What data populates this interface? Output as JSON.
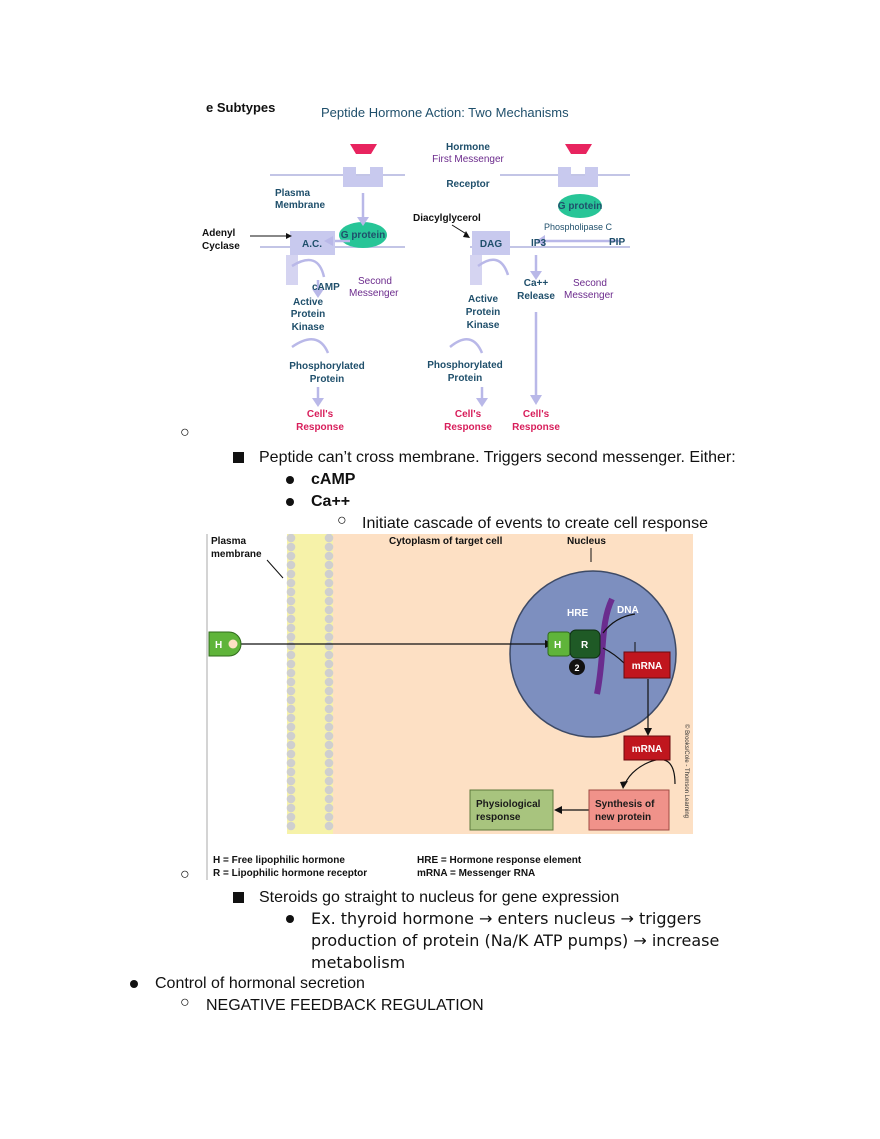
{
  "figure1": {
    "title": "Peptide Hormone Action:  Two Mechanisms",
    "corner_label": "e Subtypes",
    "hormone": "Hormone",
    "first_messenger": "First Messenger",
    "receptor": "Receptor",
    "plasma": "Plasma",
    "membrane": "Membrane",
    "g_protein_left": "G protein",
    "g_protein_right": "G protein",
    "adenyl": "Adenyl",
    "cyclase": "Cyclase",
    "ac": "A.C.",
    "diacylglycerol": "Diacylglycerol",
    "dag": "DAG",
    "ip3": "IP3",
    "phospholipase": "Phospholipase C",
    "pip": "PIP",
    "camp": "cAMP",
    "second": "Second",
    "messenger": "Messenger",
    "second_r": "Second",
    "messenger_r": "Messenger",
    "ca": "Ca++",
    "release": "Release",
    "active": "Active",
    "protein": "Protein",
    "kinase": "Kinase",
    "active_r": "Active",
    "protein_r": "Protein",
    "kinase_r": "Kinase",
    "phosphorylated": "Phosphorylated",
    "phos_protein": "Protein",
    "phosphorylated_r": "Phosphorylated",
    "phos_protein_r": "Protein",
    "cells1": "Cell's",
    "response1": "Response",
    "cells2": "Cell's",
    "response2": "Response",
    "cells3": "Cell's",
    "response3": "Response"
  },
  "figure2": {
    "plasma": "Plasma",
    "membrane": "membrane",
    "cytoplasm": "Cytoplasm of target cell",
    "nucleus": "Nucleus",
    "hre": "HRE",
    "dna": "DNA",
    "h_free": "H",
    "h_bound": "H",
    "r_bound": "R",
    "step": "2",
    "mrna1": "mRNA",
    "mrna2": "mRNA",
    "physio1": "Physiological",
    "physio2": "response",
    "synth1": "Synthesis of",
    "synth2": "new protein",
    "legend_h": "H = Free lipophilic hormone",
    "legend_r": "R = Lipophilic hormone receptor",
    "legend_hre": "HRE = Hormone response element",
    "legend_mrna": "mRNA = Messenger RNA",
    "copyright": "© Brooks/Cole - Thomson Learning"
  },
  "notes": {
    "peptide_line": "Peptide can’t cross membrane. Triggers second messenger. Either:",
    "camp": "cAMP",
    "ca": "Ca++",
    "cascade": "Initiate cascade of events to create cell response",
    "steroids": "Steroids go straight to nucleus for gene expression",
    "thyroid_1": "Ex. thyroid hormone → enters nucleus → triggers",
    "thyroid_2": "production of protein (Na/K ATP pumps) → increase",
    "thyroid_3": "metabolism",
    "control": "Control of hormonal secretion",
    "negative": "NEGATIVE FEEDBACK REGULATION"
  },
  "colors": {
    "teal_text": "#1f4f6b",
    "purple_text": "#6b2a8c",
    "pink_text": "#d81e5b",
    "arrow_lavender": "#b9b8e8",
    "cytoplasm_bg": "#fde0c4",
    "nucleus_fill": "#7d8fbf",
    "mrna_red": "#c0161e"
  }
}
